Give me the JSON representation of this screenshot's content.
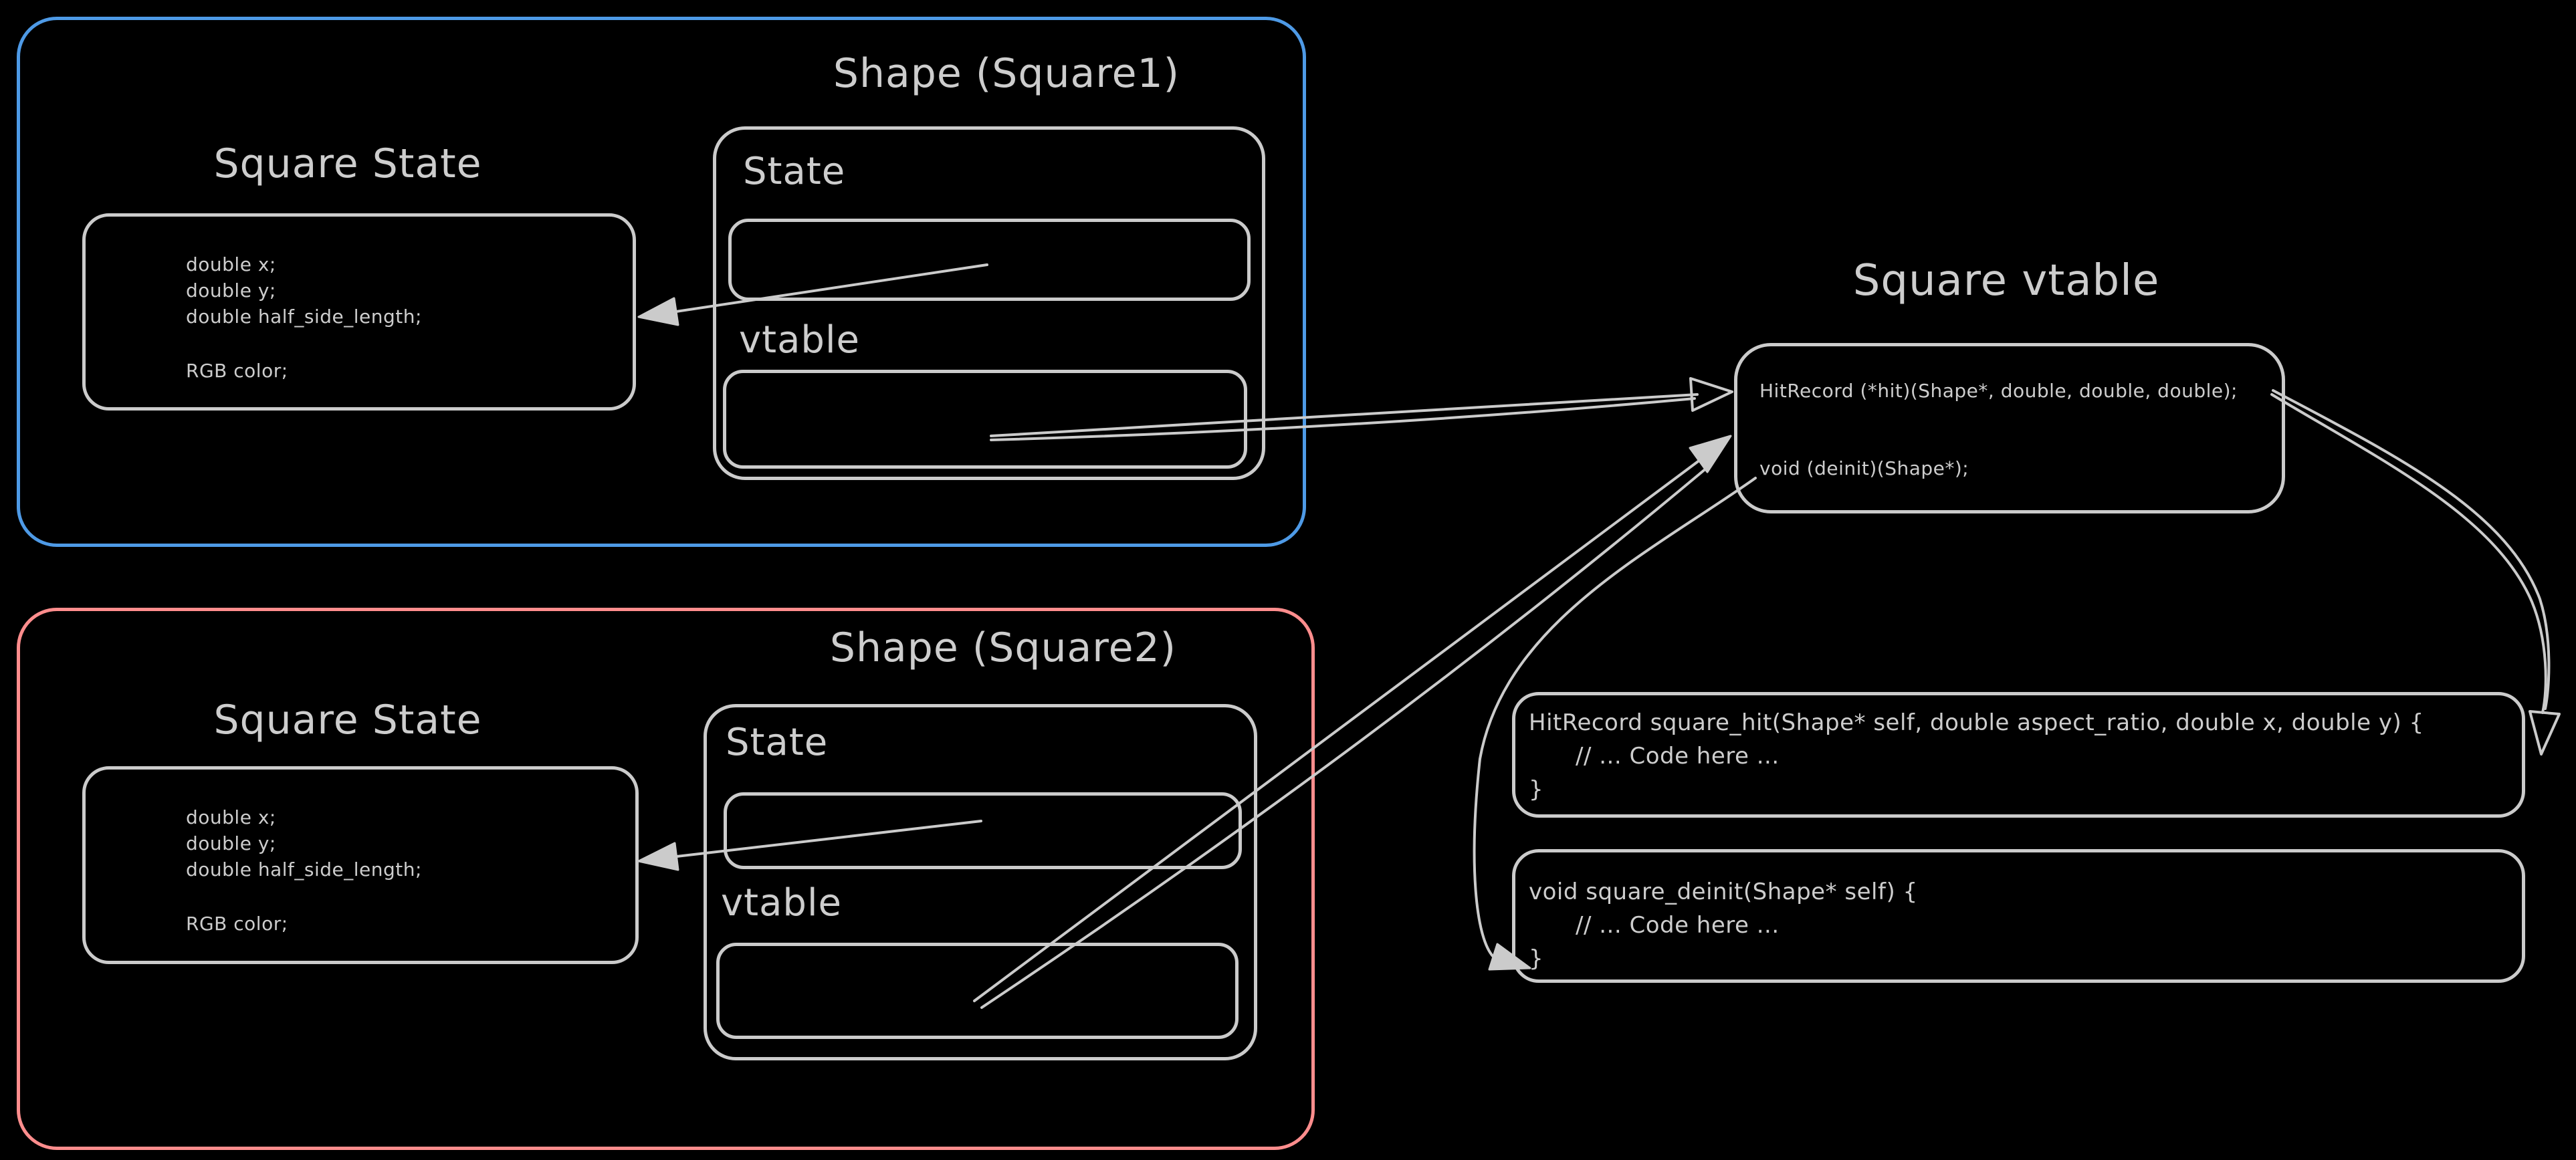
{
  "colors": {
    "bg": "#000000",
    "stroke": "#cbcbcb",
    "text": "#cdcdcd",
    "square1-accent": "#4e9ae6",
    "square2-accent": "#ff8d8d"
  },
  "square1": {
    "title": "Shape (Square1)",
    "state_box_title": "Square State",
    "fields": [
      "double x;",
      "double y;",
      "double half_side_length;",
      "RGB color;"
    ],
    "state_label": "State",
    "vtable_label": "vtable"
  },
  "square2": {
    "title": "Shape (Square2)",
    "state_box_title": "Square State",
    "fields": [
      "double x;",
      "double y;",
      "double half_side_length;",
      "RGB color;"
    ],
    "state_label": "State",
    "vtable_label": "vtable"
  },
  "vtable": {
    "title": "Square vtable",
    "entries": [
      "HitRecord (*hit)(Shape*, double, double, double);",
      "void (deinit)(Shape*);"
    ]
  },
  "functions": {
    "hit": {
      "signature": "HitRecord square_hit(Shape* self, double aspect_ratio, double x, double y) {",
      "body": "// ... Code here ...",
      "close": "}"
    },
    "deinit": {
      "signature": "void square_deinit(Shape* self) {",
      "body": "// ... Code here ...",
      "close": "}"
    }
  }
}
